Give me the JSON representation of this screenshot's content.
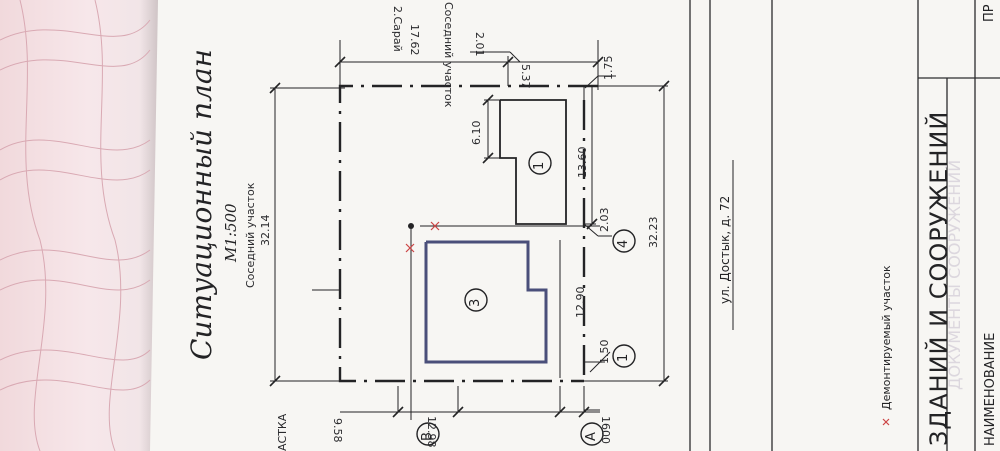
{
  "title": "Ситуационный план",
  "scale": "М1:500",
  "neighbor_top": "Соседний участок",
  "neighbor_right": "Соседний участок",
  "street": "ул. Достык, д. 72",
  "demolition_note": "Демонтируемый участок",
  "section_heading": "ЗДАНИЙ И СООРУЖЕНИЙ",
  "table_col_name": "НАИМЕНОВАНИЕ",
  "plot_label_left": "АСТКА",
  "shed_label": "2.Сарай",
  "corner_label": "ПР",
  "building_marks": [
    "1",
    "3",
    "4"
  ],
  "axis_marks": [
    "B",
    "A",
    "1"
  ],
  "dimensions": {
    "top_overall": "32.14",
    "bottom_overall": "32.23",
    "right_overall": "17.62",
    "right_segment": "5.37",
    "shed_offset": "2.01",
    "corner_offset": "1.75",
    "building1_length": "13.60",
    "building1_width": "6.10",
    "gap": "2.03",
    "building3_offset": "12.90",
    "bottom_left_offset": "1.50",
    "left_a": "9.58",
    "left_b": "12.98",
    "left_c": "1600"
  },
  "colors": {
    "paper": "#f7f6f3",
    "ink": "#232325",
    "building3_outline": "#4a4f7a",
    "wall_pink": "#f1d9dc"
  }
}
